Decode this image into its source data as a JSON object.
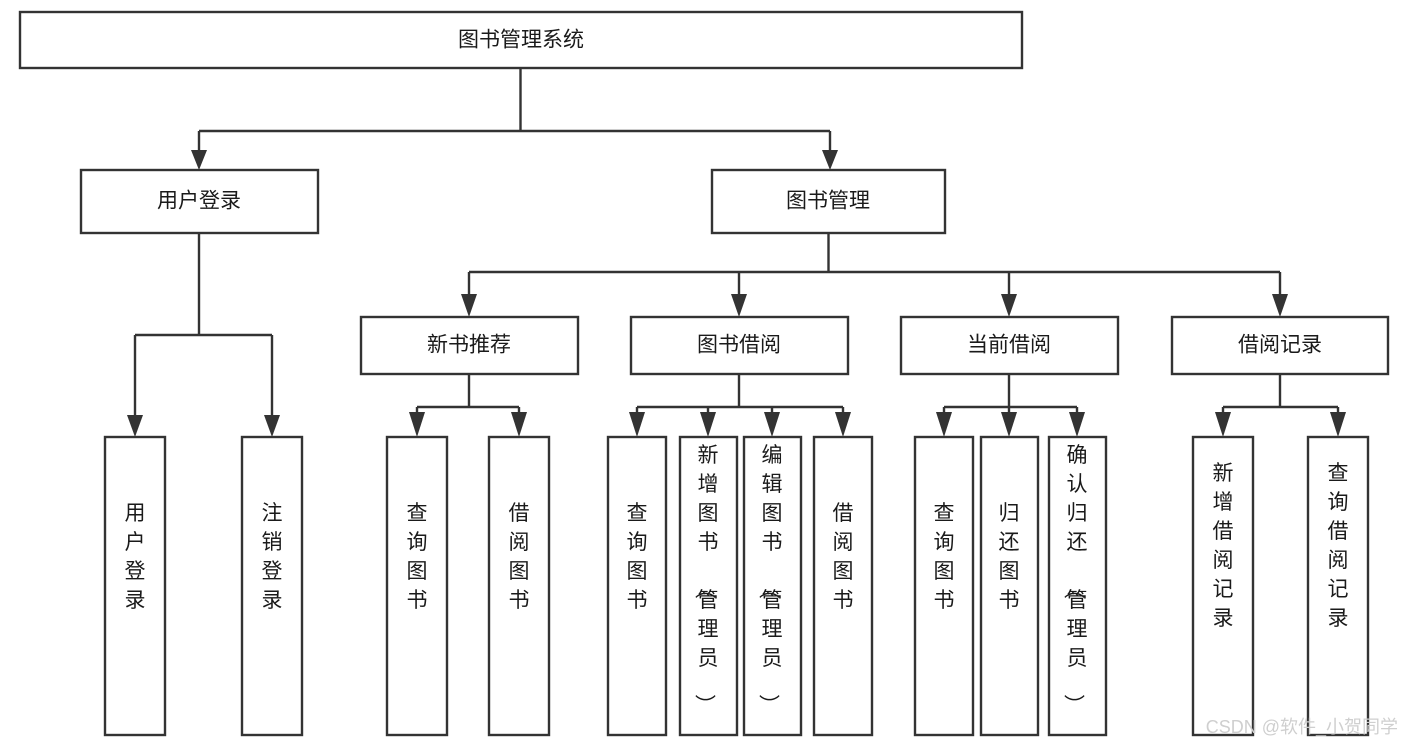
{
  "diagram": {
    "type": "tree-hierarchy",
    "title": "图书管理系统",
    "root": {
      "id": "root",
      "label": "图书管理系统",
      "orientation": "horizontal"
    },
    "level2": [
      {
        "id": "user-login",
        "label": "用户登录",
        "orientation": "horizontal"
      },
      {
        "id": "book-manage",
        "label": "图书管理",
        "orientation": "horizontal"
      }
    ],
    "level3": [
      {
        "id": "new-book-rec",
        "label": "新书推荐",
        "orientation": "horizontal",
        "parent": "book-manage"
      },
      {
        "id": "book-borrow",
        "label": "图书借阅",
        "orientation": "horizontal",
        "parent": "book-manage"
      },
      {
        "id": "current-borrow",
        "label": "当前借阅",
        "orientation": "horizontal",
        "parent": "book-manage"
      },
      {
        "id": "borrow-record",
        "label": "借阅记录",
        "orientation": "horizontal",
        "parent": "book-manage"
      }
    ],
    "leaves": [
      {
        "id": "leaf-user-login",
        "label": "用户登录",
        "orientation": "vertical",
        "parent": "user-login"
      },
      {
        "id": "leaf-logout",
        "label": "注销登录",
        "orientation": "vertical",
        "parent": "user-login"
      },
      {
        "id": "leaf-query-book-1",
        "label": "查询图书",
        "orientation": "vertical",
        "parent": "new-book-rec"
      },
      {
        "id": "leaf-borrow-book-1",
        "label": "借阅图书",
        "orientation": "vertical",
        "parent": "new-book-rec"
      },
      {
        "id": "leaf-query-book-2",
        "label": "查询图书",
        "orientation": "vertical",
        "parent": "book-borrow"
      },
      {
        "id": "leaf-add-book",
        "label": "新增图书（管理员）",
        "orientation": "vertical",
        "parent": "book-borrow"
      },
      {
        "id": "leaf-edit-book",
        "label": "编辑图书（管理员）",
        "orientation": "vertical",
        "parent": "book-borrow"
      },
      {
        "id": "leaf-borrow-book-2",
        "label": "借阅图书",
        "orientation": "vertical",
        "parent": "book-borrow"
      },
      {
        "id": "leaf-query-book-3",
        "label": "查询图书",
        "orientation": "vertical",
        "parent": "current-borrow"
      },
      {
        "id": "leaf-return-book",
        "label": "归还图书",
        "orientation": "vertical",
        "parent": "current-borrow"
      },
      {
        "id": "leaf-confirm-return",
        "label": "确认归还（管理员）",
        "orientation": "vertical",
        "parent": "current-borrow"
      },
      {
        "id": "leaf-add-record",
        "label": "新增借阅记录",
        "orientation": "vertical",
        "parent": "borrow-record"
      },
      {
        "id": "leaf-query-record",
        "label": "查询借阅记录",
        "orientation": "vertical",
        "parent": "borrow-record"
      }
    ]
  },
  "watermark": {
    "text": "CSDN @软件_小贺同学"
  },
  "colors": {
    "background": "#ffffff",
    "box_fill": "#ffffff",
    "box_stroke": "#333333",
    "text": "#1a1a1a",
    "watermark": "#cfcfcf"
  }
}
